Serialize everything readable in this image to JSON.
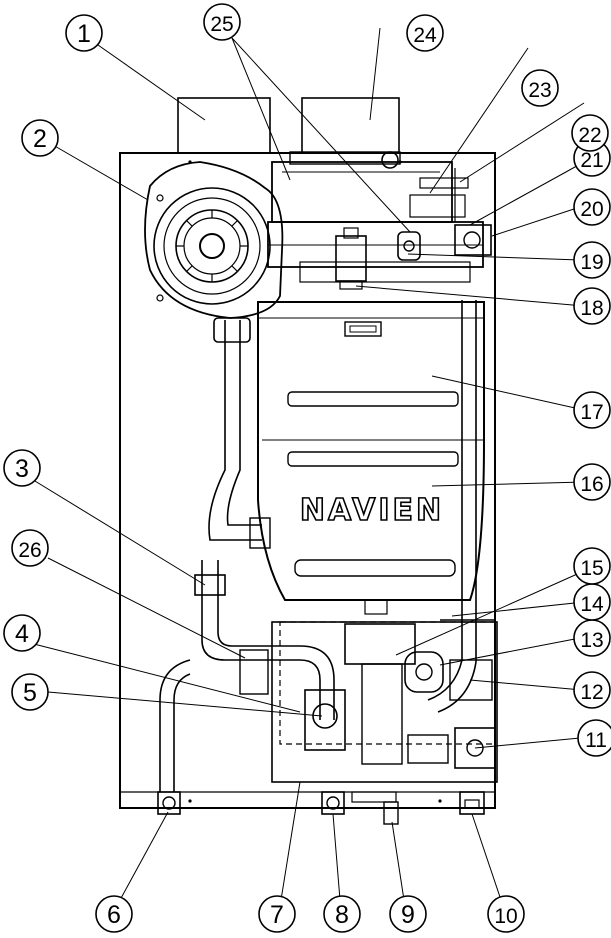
{
  "diagram": {
    "brand_label": "NAVIEN",
    "callout_numbers": [
      "1",
      "2",
      "3",
      "4",
      "5",
      "6",
      "7",
      "8",
      "9",
      "10",
      "11",
      "12",
      "13",
      "14",
      "15",
      "16",
      "17",
      "18",
      "19",
      "20",
      "21",
      "22",
      "23",
      "24",
      "25",
      "26"
    ]
  },
  "colors": {
    "line": "#000000",
    "background": "#ffffff",
    "callout_fill": "#ffffff"
  }
}
